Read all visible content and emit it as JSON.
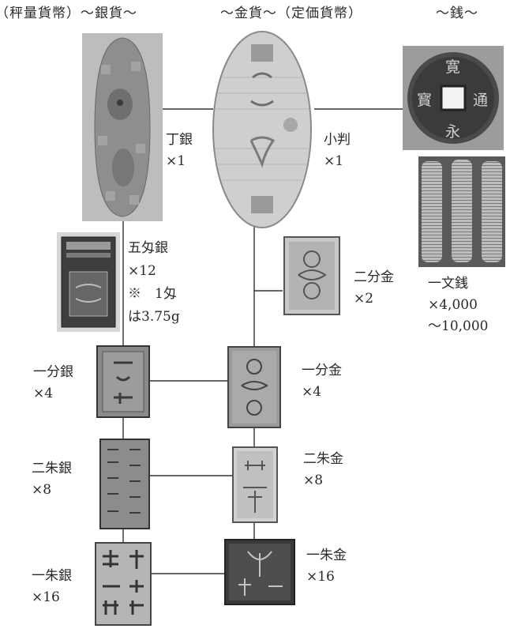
{
  "headers": {
    "silver": "（秤量貨幣）～銀貨～",
    "gold": "～金貨～（定価貨幣）",
    "copper": "～銭～"
  },
  "coins": {
    "chogin": {
      "name": "丁銀",
      "count": "×1"
    },
    "gomonme": {
      "name": "五匁銀",
      "count": "×12",
      "note1": "※　1匁",
      "note2": "は3.75g"
    },
    "ichibu_gin": {
      "name": "一分銀",
      "count": "×4"
    },
    "nishu_gin": {
      "name": "二朱銀",
      "count": "×8"
    },
    "isshu_gin": {
      "name": "一朱銀",
      "count": "×16"
    },
    "koban": {
      "name": "小判",
      "count": "×1"
    },
    "nibu_kin": {
      "name": "二分金",
      "count": "×2"
    },
    "ichibu_kin": {
      "name": "一分金",
      "count": "×4"
    },
    "nishu_kin": {
      "name": "二朱金",
      "count": "×8"
    },
    "isshu_kin": {
      "name": "一朱金",
      "count": "×16"
    },
    "ichimon": {
      "name": "一文銭",
      "count": "×4,000",
      "count2": "～10,000"
    }
  },
  "kanei_tsuho_chars": {
    "top": "寛",
    "right": "通",
    "bottom": "永",
    "left": "寳"
  }
}
